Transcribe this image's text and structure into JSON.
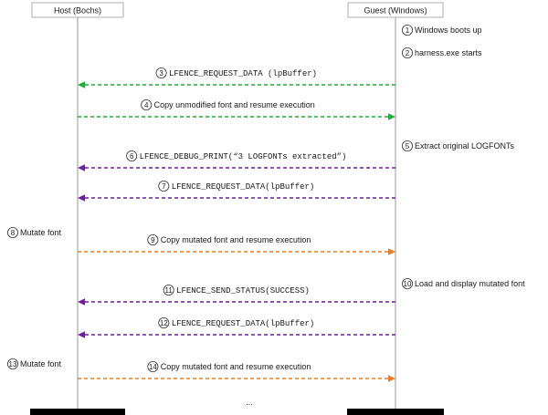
{
  "participants": {
    "host": "Host (Bochs)",
    "guest": "Guest (Windows)"
  },
  "colors": {
    "green": "#1fae3c",
    "purple": "#6b1f9b",
    "orange": "#f07a1e",
    "lifeline": "#7f7f7f",
    "bar": "#000000"
  },
  "steps": [
    {
      "num": "1",
      "text": "Windows boots up",
      "kind": "note",
      "side": "guest",
      "mono": false
    },
    {
      "num": "2",
      "text": "harness.exe starts",
      "kind": "note",
      "side": "guest",
      "mono": false
    },
    {
      "num": "3",
      "text": "LFENCE_REQUEST_DATA (lpBuffer)",
      "kind": "message",
      "dir": "to-host",
      "color": "green",
      "mono": true
    },
    {
      "num": "4",
      "text": "Copy unmodified font and resume execution",
      "kind": "message",
      "dir": "to-guest",
      "color": "green",
      "mono": false
    },
    {
      "num": "5",
      "text": "Extract original LOGFONTs",
      "kind": "note",
      "side": "guest",
      "mono": false
    },
    {
      "num": "6",
      "text": "LFENCE_DEBUG_PRINT(“3 LOGFONTs extracted”)",
      "kind": "message",
      "dir": "to-host",
      "color": "purple",
      "mono": true
    },
    {
      "num": "7",
      "text": "LFENCE_REQUEST_DATA(lpBuffer)",
      "kind": "message",
      "dir": "to-host",
      "color": "purple",
      "mono": true
    },
    {
      "num": "8",
      "text": "Mutate font",
      "kind": "note",
      "side": "host",
      "mono": false
    },
    {
      "num": "9",
      "text": "Copy mutated font and resume execution",
      "kind": "message",
      "dir": "to-guest",
      "color": "orange",
      "mono": false
    },
    {
      "num": "10",
      "text": "Load and display mutated font",
      "kind": "note",
      "side": "guest",
      "mono": false
    },
    {
      "num": "11",
      "text": "LFENCE_SEND_STATUS(SUCCESS)",
      "kind": "message",
      "dir": "to-host",
      "color": "purple",
      "mono": true
    },
    {
      "num": "12",
      "text": "LFENCE_REQUEST_DATA(lpBuffer)",
      "kind": "message",
      "dir": "to-host",
      "color": "purple",
      "mono": true
    },
    {
      "num": "13",
      "text": "Mutate font",
      "kind": "note",
      "side": "host",
      "mono": false
    },
    {
      "num": "14",
      "text": "Copy mutated font and resume execution",
      "kind": "message",
      "dir": "to-guest",
      "color": "orange",
      "mono": false
    }
  ],
  "continuation": "..."
}
